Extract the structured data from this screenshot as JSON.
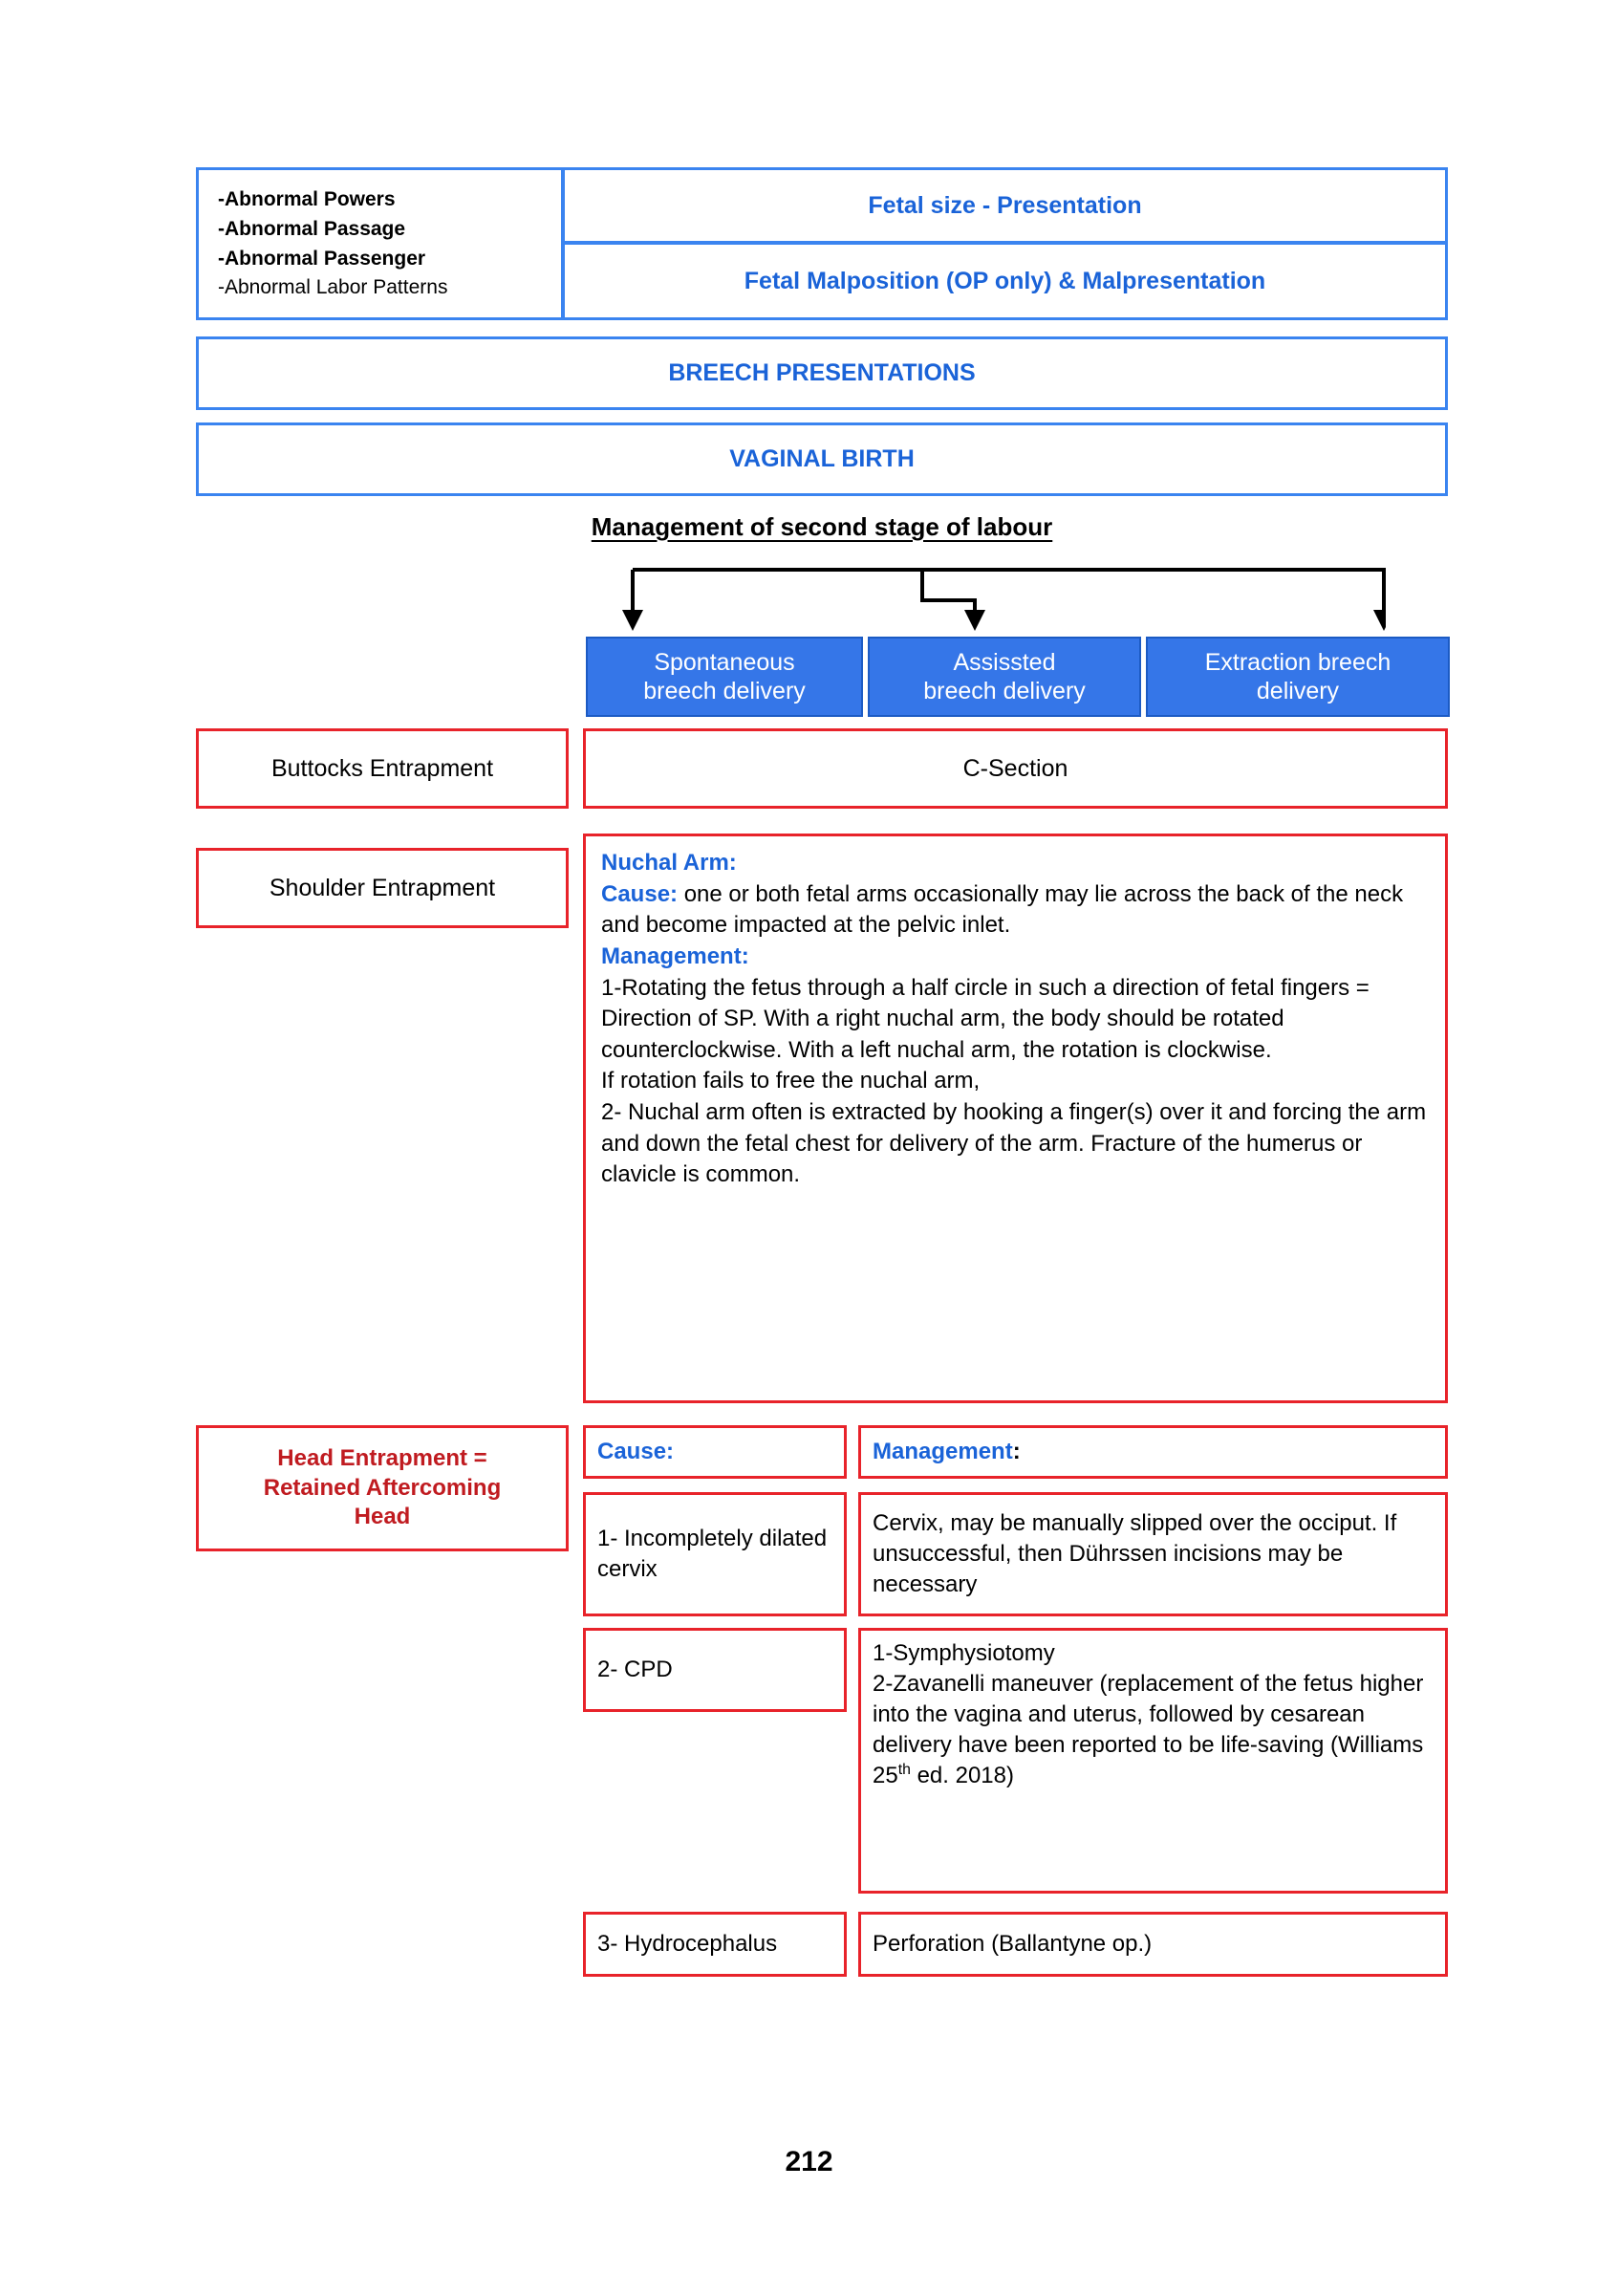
{
  "header": {
    "left_items": [
      {
        "text": "-Abnormal Powers",
        "bold": true
      },
      {
        "text": "-Abnormal Passage",
        "bold": true
      },
      {
        "text": "-Abnormal Passenger",
        "bold": true
      },
      {
        "text": "-Abnormal Labor Patterns",
        "bold": false
      }
    ],
    "fetal_size": "Fetal size - Presentation",
    "malposition": "Fetal Malposition (OP only) & Malpresentation",
    "breech": "BREECH PRESENTATIONS",
    "vaginal": "VAGINAL BIRTH"
  },
  "section": {
    "title": "Management of second stage of labour"
  },
  "delivery_boxes": [
    {
      "line1": "Spontaneous",
      "line2": "breech delivery"
    },
    {
      "line1": "Assissted",
      "line2": "breech delivery"
    },
    {
      "line1": "Extraction breech",
      "line2": "delivery"
    }
  ],
  "complications": {
    "buttocks_label": "Buttocks Entrapment",
    "buttocks_management": "C-Section",
    "shoulder_label": "Shoulder Entrapment",
    "head_label_line1": "Head Entrapment =",
    "head_label_line2": "Retained Aftercoming",
    "head_label_line3": "Head"
  },
  "nuchal_arm": {
    "title": "Nuchal Arm:",
    "cause_label": "Cause:",
    "cause_text": " one or both fetal arms occasionally may lie across the back of the neck and become impacted at the pelvic inlet.",
    "management_label": "Management:",
    "management_1": "1-Rotating the fetus through a half circle in such a direction of fetal fingers = Direction of SP. With a right nuchal arm, the body should be rotated counterclockwise. With a left nuchal arm, the rotation is clockwise.",
    "management_note": "If rotation fails to free the nuchal arm,",
    "management_2": "2- Nuchal arm often is extracted by hooking a finger(s) over it and forcing the arm and down the fetal chest for delivery of the arm. Fracture of the humerus or clavicle is common."
  },
  "head_table": {
    "cause_header": "Cause:",
    "management_header": "Management",
    "management_header_colon": ":",
    "rows": [
      {
        "cause": "1- Incompletely dilated cervix",
        "management": "Cervix, may be manually slipped over the occiput. If unsuccessful, then Dührssen incisions may be necessary"
      },
      {
        "cause": "2- CPD",
        "management_line1": "1-Symphysiotomy",
        "management_line2_a": "2-Zavanelli maneuver (replacement of the fetus higher into the vagina and uterus, followed by cesarean delivery have been reported to be life-saving (Williams 25",
        "management_line2_sup": "th",
        "management_line2_b": " ed. 2018)"
      },
      {
        "cause": "3- Hydrocephalus",
        "management": "Perforation (Ballantyne op.)"
      }
    ]
  },
  "footer": {
    "page_number": "212"
  },
  "colors": {
    "header_border_blue": "#3a84f0",
    "heading_text_blue": "#1a63d8",
    "delivery_box_blue": "#3576e8",
    "red_border": "#e8232a",
    "red_text": "#c01b20"
  }
}
